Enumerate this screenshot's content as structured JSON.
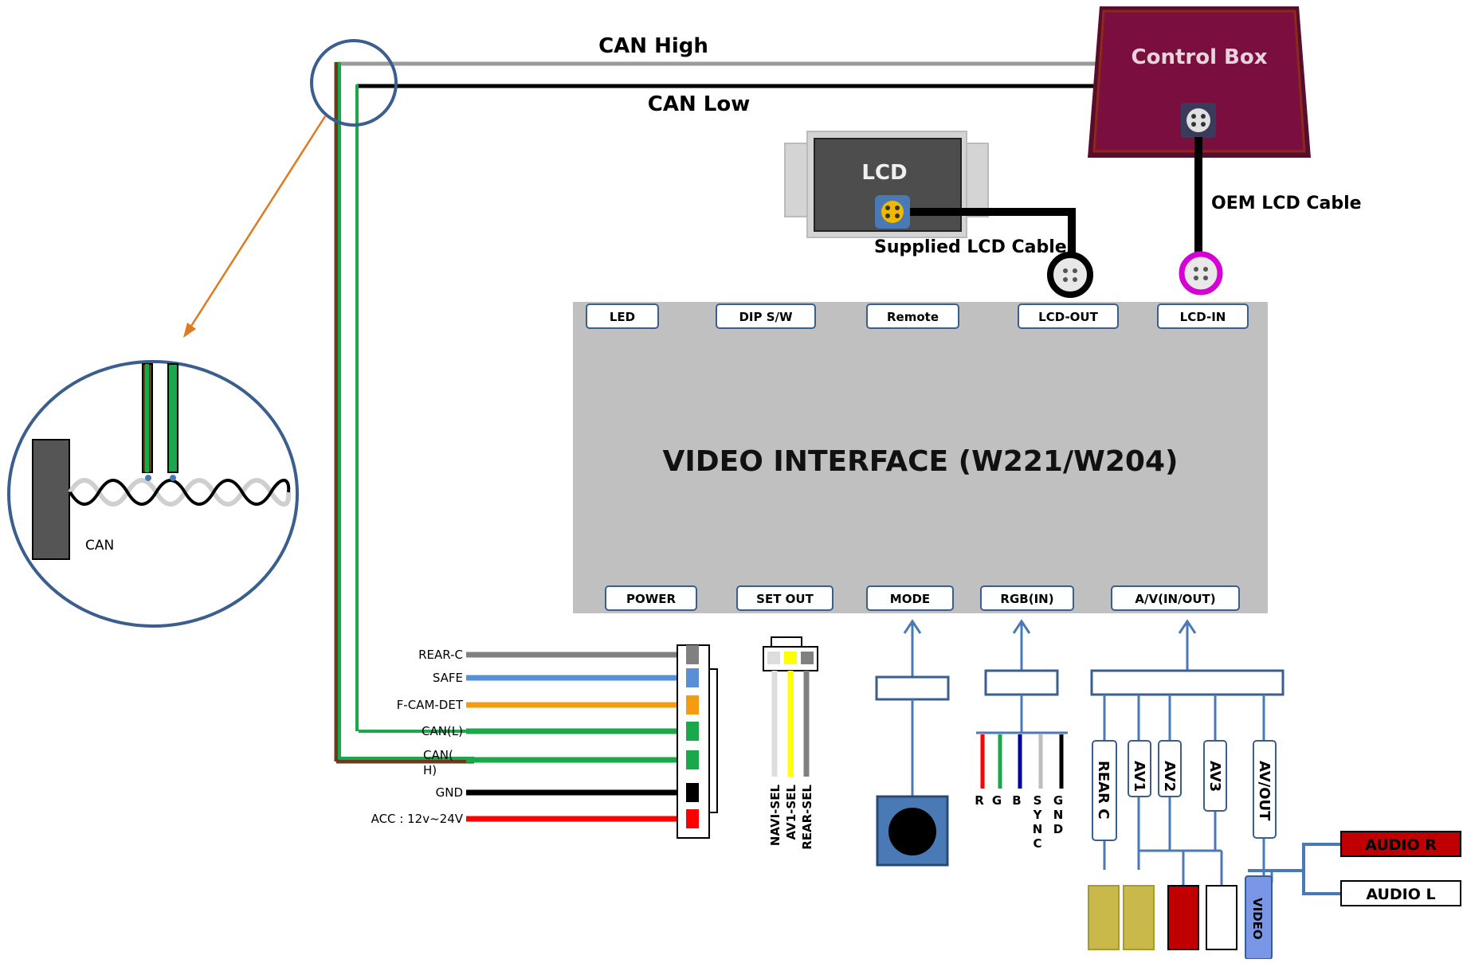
{
  "colors": {
    "control_box": "#7a0f3f",
    "lcd_body": "#4d4d4d",
    "module_body": "#c0c0c0",
    "accent_blue": "#4a7ab5",
    "orange_arrow": "#e07a1f",
    "magenta": "#d400d4",
    "yellow_plug": "#c9b84a",
    "red": "#c00000",
    "video_blue": "#7a96e6"
  },
  "labels": {
    "can_high": "CAN High",
    "can_low": "CAN Low",
    "control_box": "Control Box",
    "lcd": "LCD",
    "oem_lcd_cable": "OEM LCD Cable",
    "supplied_lcd_cable": "Supplied LCD Cable",
    "main_title": "VIDEO INTERFACE (W221/W204)",
    "can_detail": "CAN"
  },
  "top_ports": [
    "LED",
    "DIP S/W",
    "Remote",
    "LCD-OUT",
    "LCD-IN"
  ],
  "bottom_ports": [
    "POWER",
    "SET OUT",
    "MODE",
    "RGB(IN)",
    "A/V(IN/OUT)"
  ],
  "power_wires": [
    {
      "label": "REAR-C",
      "color": "#808080"
    },
    {
      "label": "SAFE",
      "color": "#5a8fd6"
    },
    {
      "label": "F-CAM-DET",
      "color": "#f39c12"
    },
    {
      "label": "CAN(L)",
      "color": "#1aa84a"
    },
    {
      "label": "CAN(",
      "label2": "H)",
      "color": "#1aa84a"
    },
    {
      "label": "GND",
      "color": "#000000"
    },
    {
      "label": "ACC : 12v~24V",
      "color": "#ff0000"
    }
  ],
  "setout_wires": [
    "NAVI-SEL",
    "AV1-SEL",
    "REAR-SEL"
  ],
  "rgb_wires": [
    {
      "label": "R",
      "color": "#ff0000"
    },
    {
      "label": "G",
      "color": "#1aa84a"
    },
    {
      "label": "B",
      "color": "#0000a0"
    },
    {
      "label": "SYNC",
      "color": "#bdbdbd"
    },
    {
      "label": "GND",
      "color": "#000000"
    }
  ],
  "av_tabs": [
    "REAR C",
    "AV1",
    "AV2",
    "AV3",
    "AV/OUT"
  ],
  "video_label": "VIDEO",
  "audio_r": "AUDIO R",
  "audio_l": "AUDIO L"
}
